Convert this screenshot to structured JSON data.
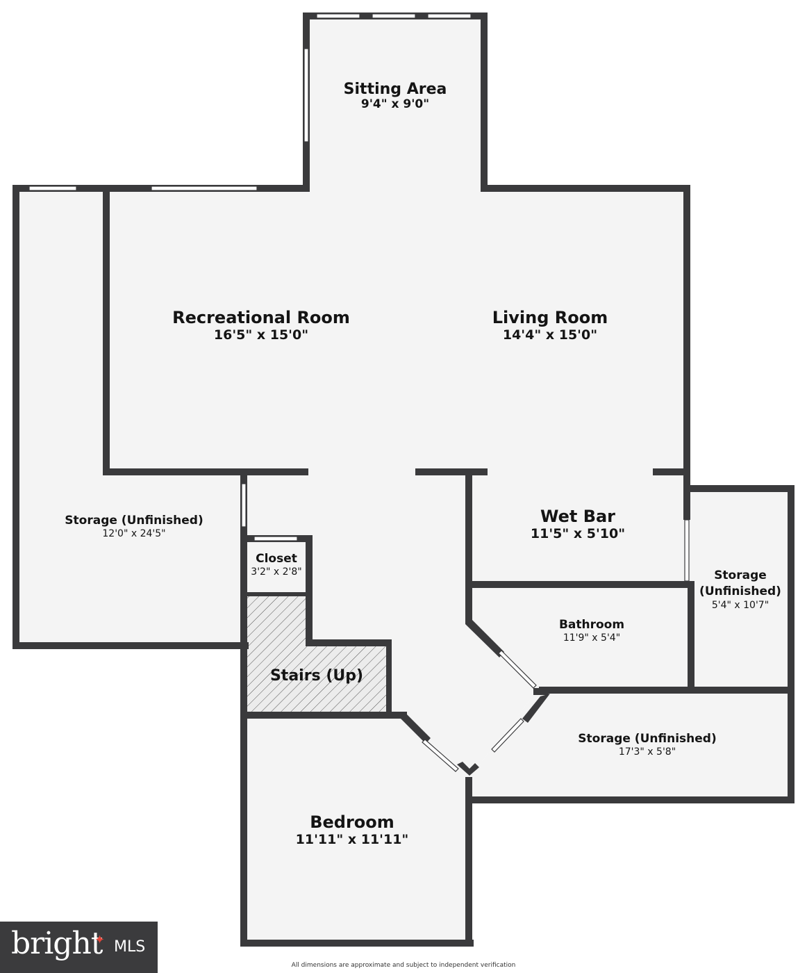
{
  "rooms": {
    "sitting_area": {
      "name": "Sitting Area",
      "dims": "9'4\" x 9'0\""
    },
    "recreational_room": {
      "name": "Recreational Room",
      "dims": "16'5\" x 15'0\""
    },
    "living_room": {
      "name": "Living Room",
      "dims": "14'4\" x 15'0\""
    },
    "storage_left": {
      "name": "Storage (Unfinished)",
      "dims": "12'0\" x 24'5\""
    },
    "closet": {
      "name": "Closet",
      "dims": "3'2\" x 2'8\""
    },
    "wet_bar": {
      "name": "Wet Bar",
      "dims": "11'5\" x 5'10\""
    },
    "storage_right": {
      "name": "Storage\n(Unfinished)",
      "dims": "5'4\" x 10'7\""
    },
    "bathroom": {
      "name": "Bathroom",
      "dims": "11'9\" x 5'4\""
    },
    "stairs": {
      "name": "Stairs (Up)"
    },
    "storage_bottom": {
      "name": "Storage (Unfinished)",
      "dims": "17'3\" x 5'8\""
    },
    "bedroom": {
      "name": "Bedroom",
      "dims": "11'11\" x 11'11\""
    }
  },
  "logo": {
    "word": "bright",
    "suffix": "MLS"
  },
  "disclaimer": "All dimensions are approximate and subject to independent verification"
}
